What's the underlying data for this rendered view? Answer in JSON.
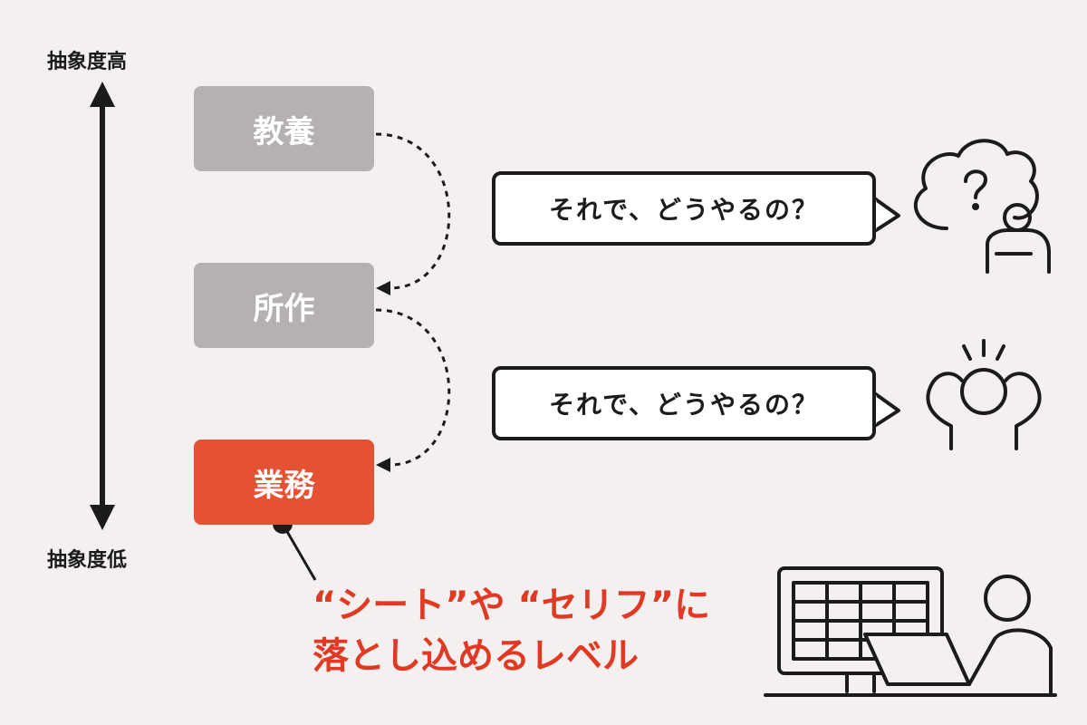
{
  "axis": {
    "top_label": "抽象度高",
    "bottom_label": "抽象度低"
  },
  "levels": [
    {
      "label": "教養",
      "color": "#b5b1b0"
    },
    {
      "label": "所作",
      "color": "#b5b1b0"
    },
    {
      "label": "業務",
      "color": "#e55233"
    }
  ],
  "bubbles": [
    {
      "text": "それで、どうやるの？"
    },
    {
      "text": "それで、どうやるの？"
    }
  ],
  "callout": {
    "line1": "“シート”や “セリフ”に",
    "line2": "落とし込めるレベル",
    "color": "#e03a25"
  },
  "icons": {
    "top": "confused-person-thought-cloud-icon",
    "middle": "stressed-person-head-in-hands-icon",
    "bottom": "person-at-computer-with-spreadsheet-icon"
  }
}
